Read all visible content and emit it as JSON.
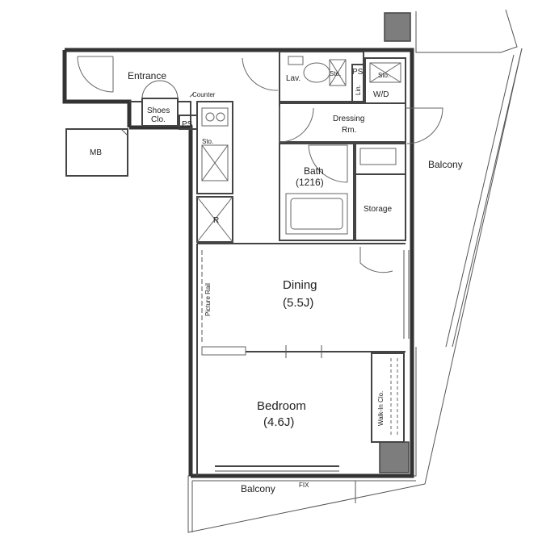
{
  "labels": {
    "entrance": "Entrance",
    "counter": "Counter",
    "shoes_clo_1": "Shoes",
    "shoes_clo_2": "Clo.",
    "ps_entry": "PS",
    "mb": "MB",
    "lav": "Lav.",
    "sto_toilet": "Sto.",
    "ps_wet": "PS",
    "lin": "Lin.",
    "sto_wd": "Sto.",
    "wd": "W/D",
    "dressing_1": "Dressing",
    "dressing_2": "Rm.",
    "sto_kitchen": "Sto.",
    "bath": "Bath",
    "bath_size": "(1216)",
    "r": "R",
    "storage": "Storage",
    "balcony_east": "Balcony",
    "picture_rail": "Picture Rail",
    "dining": "Dining",
    "dining_size": "(5.5J)",
    "walk_in_clo": "Walk-In Clo.",
    "bedroom": "Bedroom",
    "bedroom_size": "(4.6J)",
    "balcony_south": "Balcony",
    "fix": "FIX"
  }
}
